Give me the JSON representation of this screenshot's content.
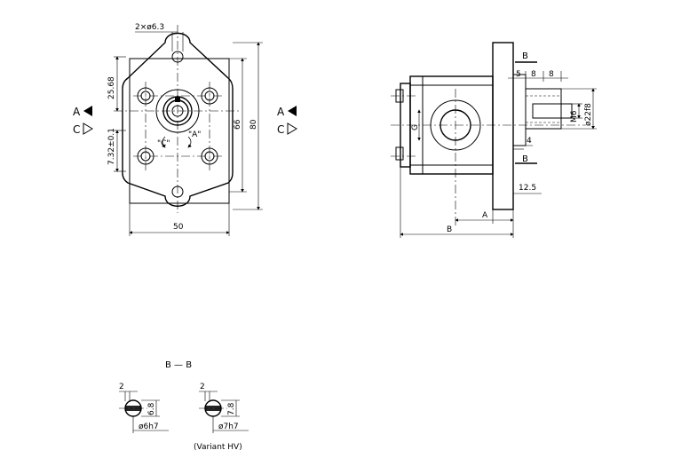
{
  "front_view": {
    "hole_callout": "2×ø6.3",
    "dim_top_offset": "25.68",
    "dim_bottom_offset": "7.32±0.1",
    "dim_width": "50",
    "dim_inner_height": "66",
    "dim_outer_height": "80",
    "rotation_label_c": "\"C\"",
    "rotation_label_a": "\"A\"",
    "port_label_left_a": "A",
    "port_label_left_c": "C",
    "port_label_right_a": "A",
    "port_label_right_c": "C"
  },
  "side_view": {
    "section_mark_top": "B",
    "section_mark_bottom": "B",
    "dim_5": "5",
    "dim_8a": "8",
    "dim_8b": "8",
    "dim_m6": "M6",
    "dim_shaft": "ø22f8",
    "dim_4": "4",
    "dim_12_5": "12.5",
    "dim_a": "A",
    "dim_b": "B",
    "port_g": "G"
  },
  "section": {
    "title": "B — B",
    "left_dim_2": "2",
    "left_dim_height": "6.8",
    "left_dim_dia": "ø6h7",
    "right_dim_2": "2",
    "right_dim_height": "7.8",
    "right_dim_dia": "ø7h7",
    "variant_note": "(Variant HV)"
  }
}
